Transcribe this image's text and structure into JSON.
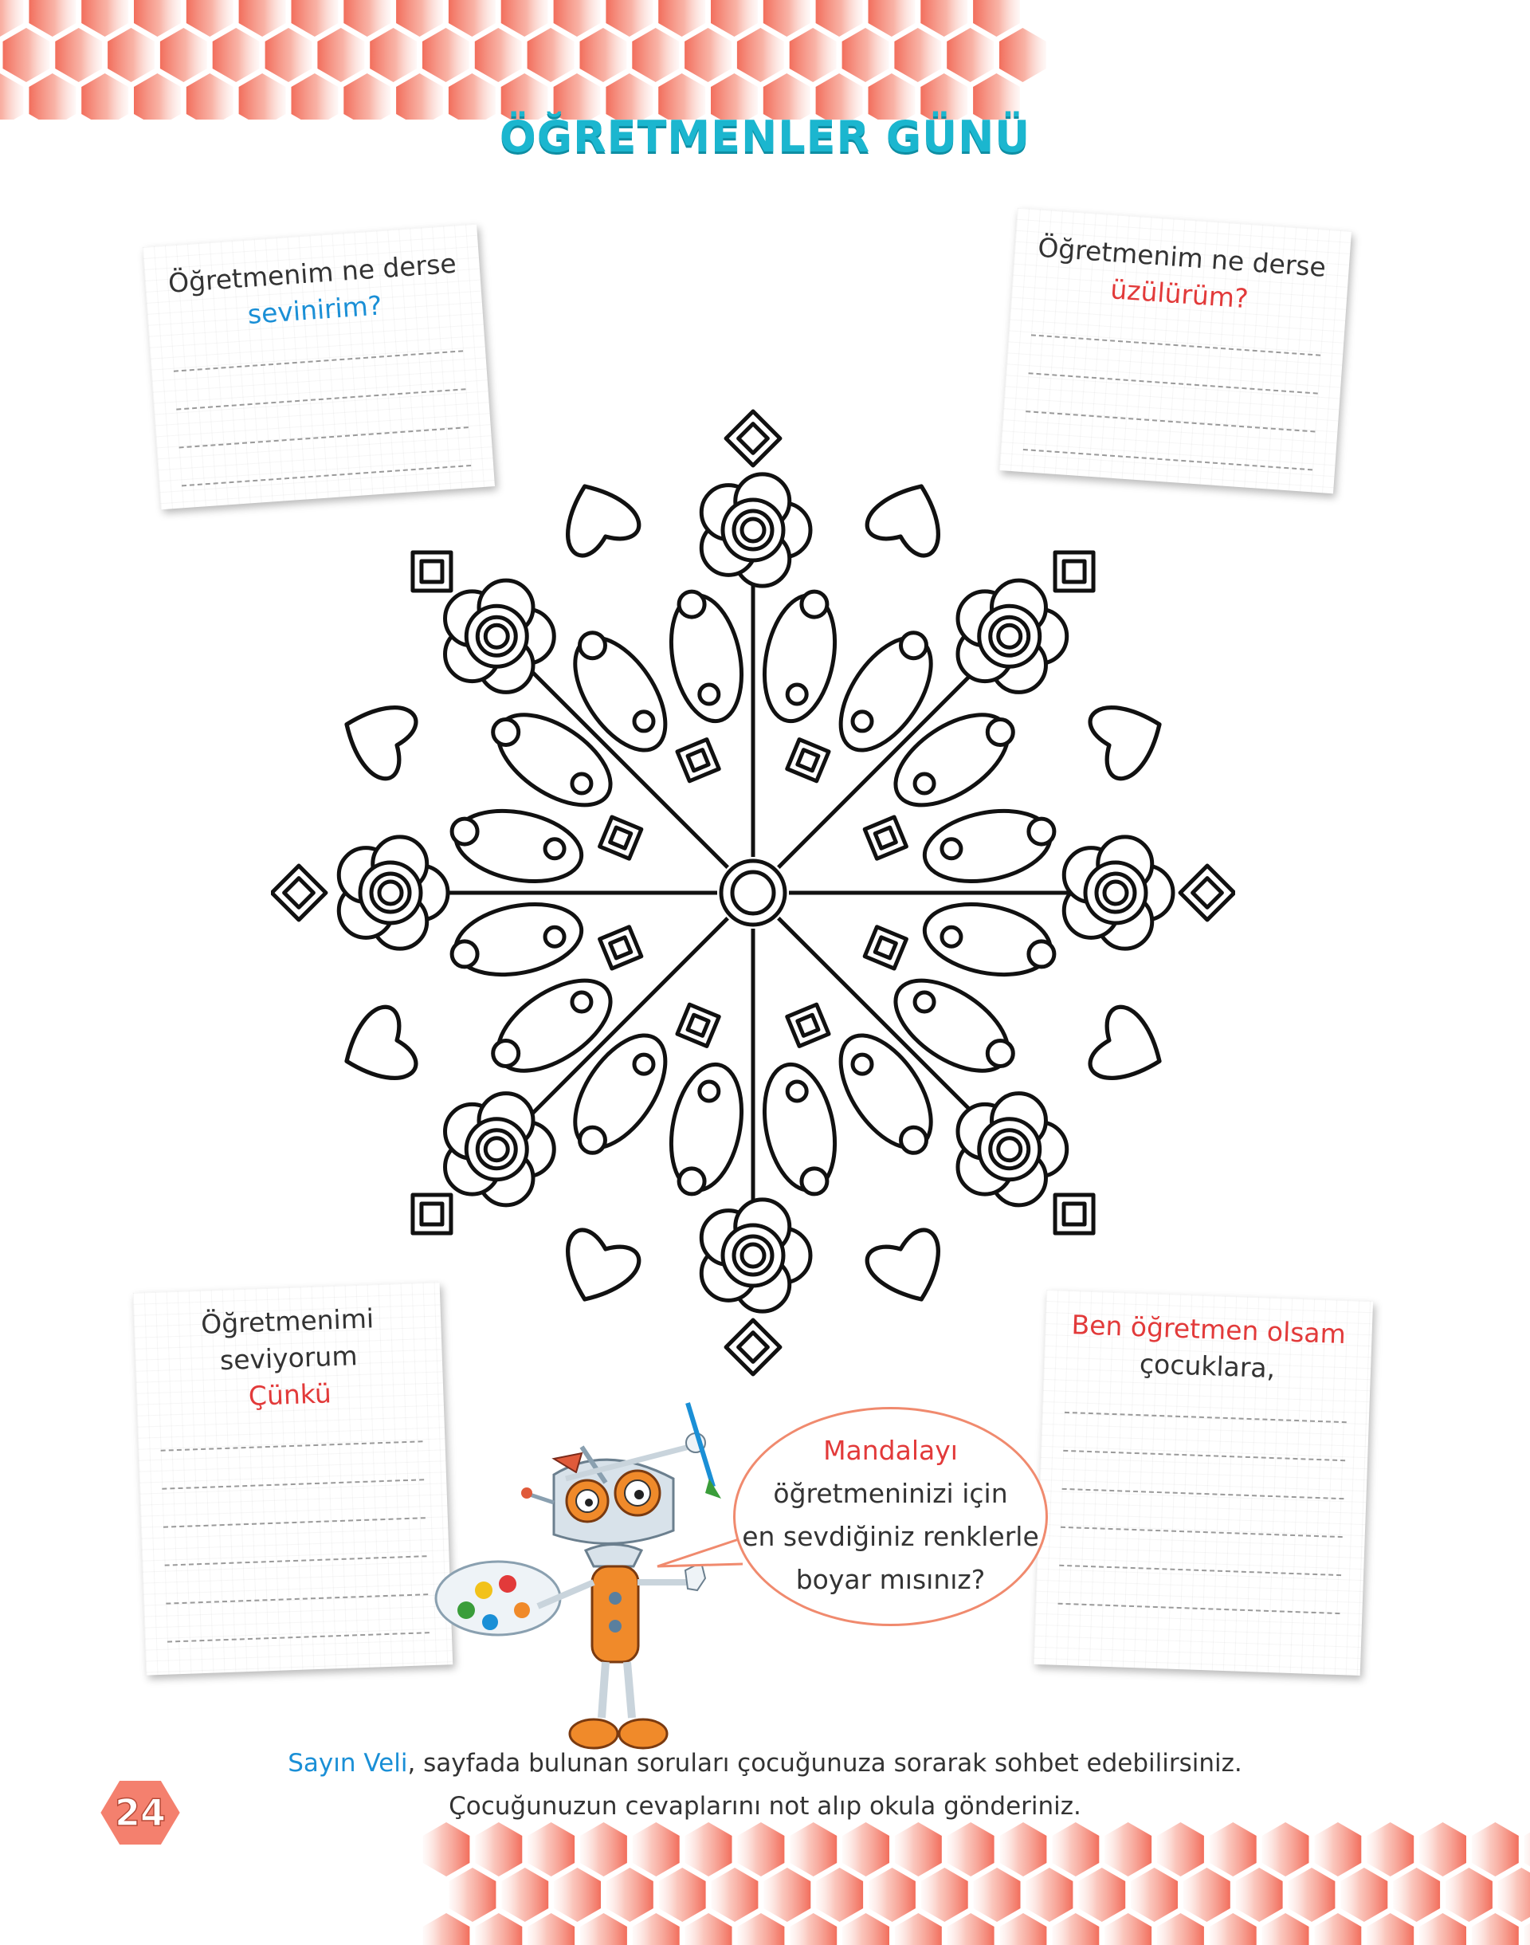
{
  "title": "ÖĞRETMENLER GÜNÜ",
  "notes": {
    "top_left": {
      "line1": "Öğretmenim ne derse",
      "line2": "sevinirim?"
    },
    "top_right": {
      "line1": "Öğretmenim ne derse",
      "line2": "üzülürüm?"
    },
    "bottom_left": {
      "line1": "Öğretmenimi seviyorum",
      "line2": "Çünkü"
    },
    "bottom_right": {
      "line1": "Ben öğretmen olsam",
      "line2": "çocuklara,"
    }
  },
  "bubble": {
    "line1": "Mandalayı",
    "line2": "öğretmeninizi için",
    "line3": "en sevdiğiniz renklerle",
    "line4": "boyar mısınız?"
  },
  "footer": {
    "highlight": "Sayın Veli",
    "line1_rest": ", sayfada bulunan soruları çocuğunuza sorarak sohbet edebilirsiniz.",
    "line2": "Çocuğunuzun cevaplarını not alıp okula gönderiniz."
  },
  "page_number": "24",
  "colors": {
    "title": "#1bb6cf",
    "hex": "#f4806e",
    "blue_text": "#1a8fd6",
    "red_text": "#e23a3a"
  }
}
